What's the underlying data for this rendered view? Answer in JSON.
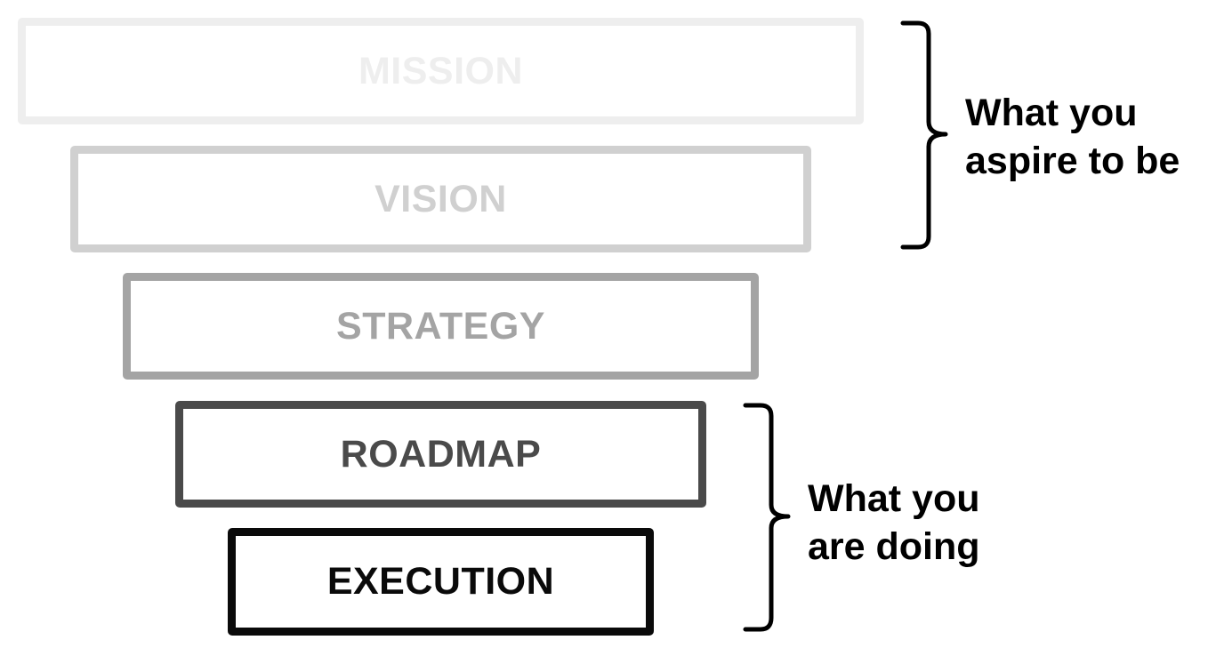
{
  "layers": [
    {
      "label": "MISSION",
      "color": "#eeeeee"
    },
    {
      "label": "VISION",
      "color": "#d0d0d0"
    },
    {
      "label": "STRATEGY",
      "color": "#a4a4a4"
    },
    {
      "label": "ROADMAP",
      "color": "#4a4a4a"
    },
    {
      "label": "EXECUTION",
      "color": "#0a0a0a"
    }
  ],
  "groups": [
    {
      "lines": [
        "What you",
        "aspire to be"
      ]
    },
    {
      "lines": [
        "What you",
        "are doing"
      ]
    }
  ],
  "colors": {
    "background": "#ffffff",
    "bracket": "#000000",
    "group_text": "#000000"
  }
}
